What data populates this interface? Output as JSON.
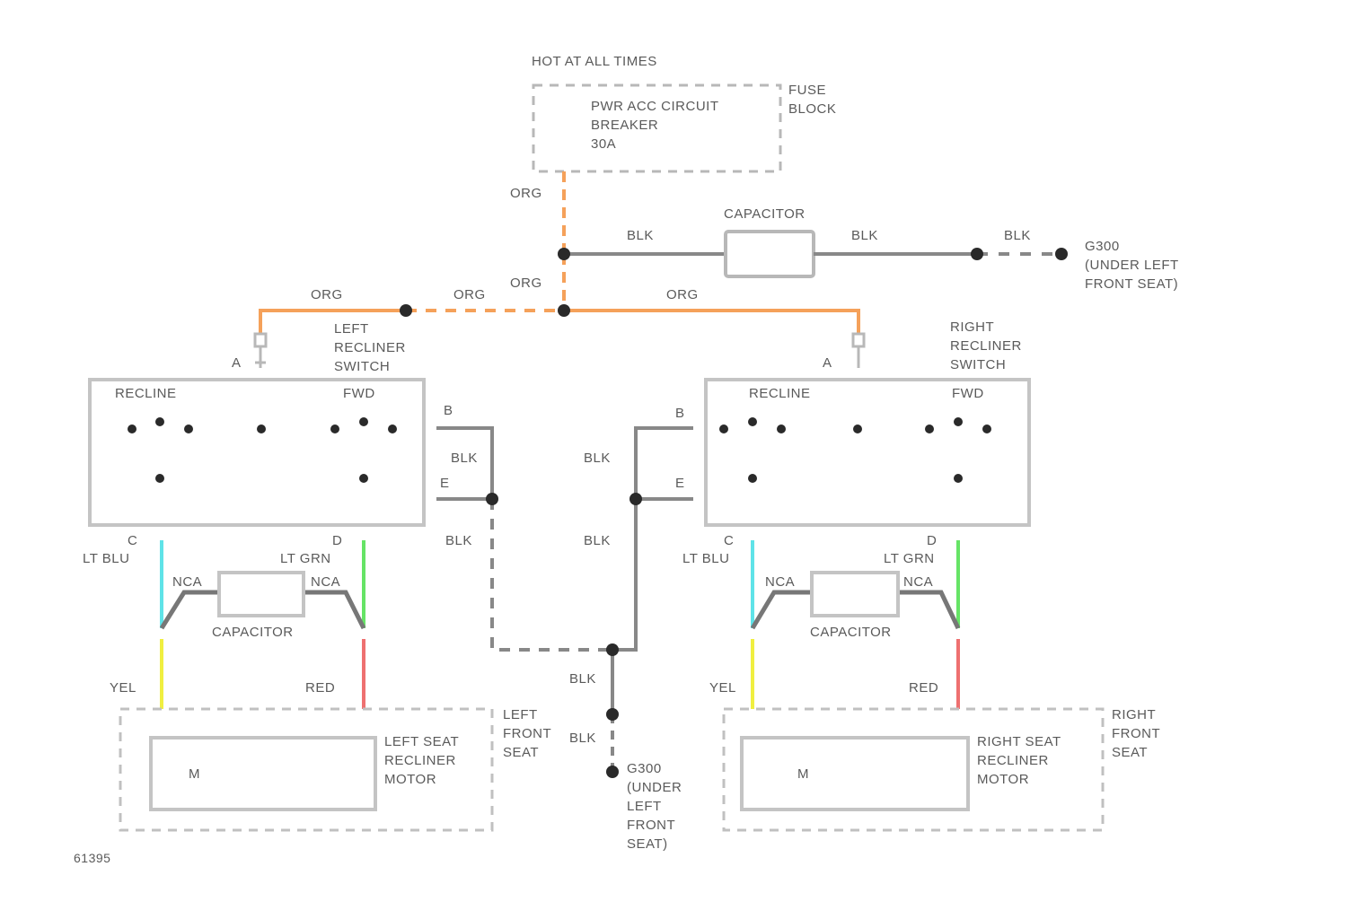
{
  "diagram": {
    "figure_id": "61395",
    "colors": {
      "wire_orange": "#f5a15a",
      "wire_black": "#888888",
      "wire_lt_blu": "#5fe3e8",
      "wire_lt_grn": "#66e466",
      "wire_yellow": "#f0ef40",
      "wire_red": "#ee7070",
      "outline": "#b8b8b8",
      "dot": "#2a2a2a",
      "text": "#5a5a5a"
    },
    "power_source": {
      "hot_label": "HOT AT ALL TIMES",
      "breaker_label": "PWR ACC CIRCUIT\nBREAKER\n30A",
      "block_label": "FUSE\nBLOCK"
    },
    "wires": {
      "org_top": "ORG",
      "org_mid": "ORG",
      "org_left_a": "ORG",
      "org_left_b": "ORG",
      "org_right": "ORG",
      "blk_cap_left": "BLK",
      "blk_cap_right": "BLK",
      "blk_ground_top": "BLK",
      "blk_left_upper": "BLK",
      "blk_left_lower": "BLK",
      "blk_right_upper": "BLK",
      "blk_right_lower": "BLK",
      "blk_center_1": "BLK",
      "blk_center_2": "BLK"
    },
    "top_capacitor": {
      "label": "CAPACITOR"
    },
    "ground_top": {
      "label": "G300\n(UNDER LEFT\nFRONT SEAT)"
    },
    "ground_bottom": {
      "label": "G300\n(UNDER\nLEFT\nFRONT\nSEAT)"
    },
    "left_switch": {
      "name": "LEFT\nRECLINER\nSWITCH",
      "recline": "RECLINE",
      "fwd": "FWD",
      "pin_a": "A",
      "pin_b": "B",
      "pin_e": "E",
      "pin_c": "C",
      "pin_d": "D",
      "wire_c": "LT BLU",
      "wire_d": "LT GRN",
      "nca_left": "NCA",
      "nca_right": "NCA",
      "capacitor": "CAPACITOR",
      "wire_yel": "YEL",
      "wire_red": "RED",
      "motor_symbol": "M",
      "motor_label": "LEFT SEAT\nRECLINER\nMOTOR",
      "seat_label": "LEFT\nFRONT\nSEAT"
    },
    "right_switch": {
      "name": "RIGHT\nRECLINER\nSWITCH",
      "recline": "RECLINE",
      "fwd": "FWD",
      "pin_a": "A",
      "pin_b": "B",
      "pin_e": "E",
      "pin_c": "C",
      "pin_d": "D",
      "wire_c": "LT BLU",
      "wire_d": "LT GRN",
      "nca_left": "NCA",
      "nca_right": "NCA",
      "capacitor": "CAPACITOR",
      "wire_yel": "YEL",
      "wire_red": "RED",
      "motor_symbol": "M",
      "motor_label": "RIGHT SEAT\nRECLINER\nMOTOR",
      "seat_label": "RIGHT\nFRONT\nSEAT"
    }
  }
}
